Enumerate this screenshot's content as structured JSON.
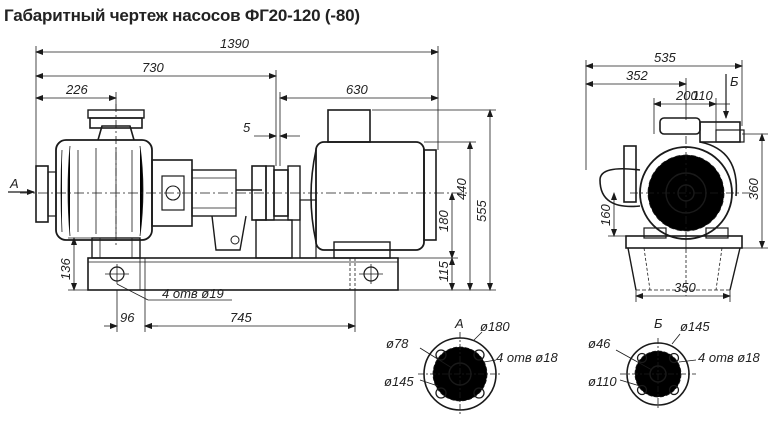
{
  "title": "Габаритный чертеж насосов ФГ20-120 (-80)",
  "side_view": {
    "dims": {
      "overall_length": "1390",
      "pump_length": "730",
      "inlet_offset": "226",
      "motor_length": "630",
      "gap": "5",
      "height_total": "555",
      "motor_height": "440",
      "axis_height": "180",
      "frame_height": "115",
      "left_frame": "136",
      "holes": "4 отв ø19",
      "hole_offset": "96",
      "hole_span": "745"
    },
    "view_label": "А"
  },
  "end_view": {
    "dims": {
      "width_total": "535",
      "width_352": "352",
      "width_200": "200",
      "width_110": "110",
      "height_360": "360",
      "axis_160": "160",
      "base_350": "350"
    },
    "view_label": "Б"
  },
  "flange_a": {
    "label": "А",
    "outer": "ø180",
    "bore": "ø78",
    "bolt_circle": "ø145",
    "holes": "4 отв ø18"
  },
  "flange_b": {
    "label": "Б",
    "outer": "ø145",
    "bore": "ø46",
    "bolt_circle": "ø110",
    "holes": "4 отв ø18"
  }
}
